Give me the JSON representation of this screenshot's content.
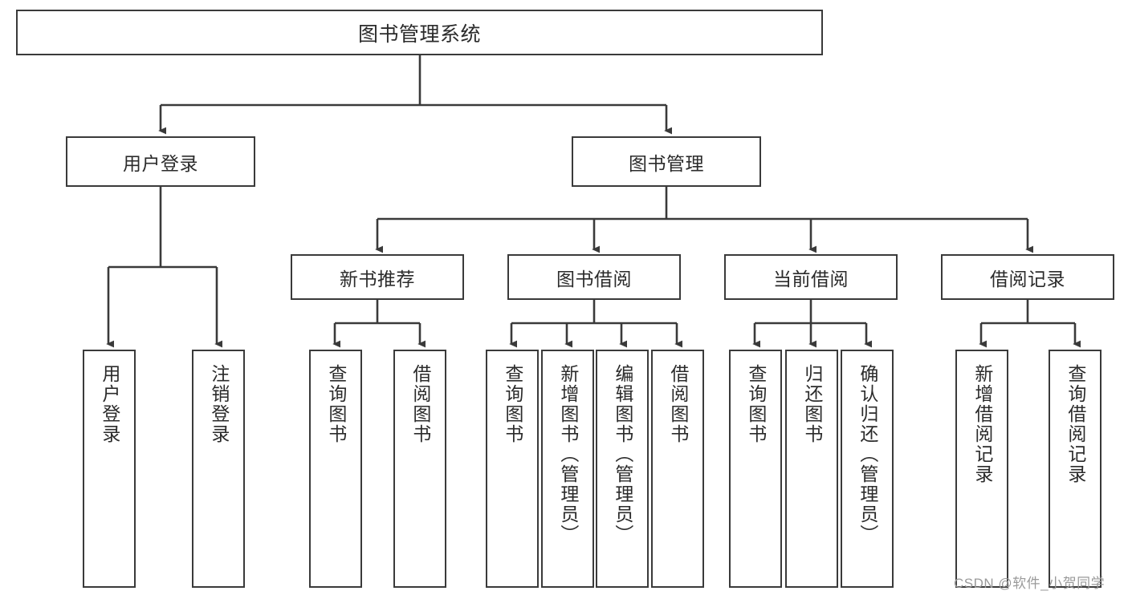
{
  "diagram": {
    "type": "tree",
    "title": "图书管理系统",
    "root": {
      "label": "图书管理系统"
    },
    "level2": [
      {
        "label": "用户登录"
      },
      {
        "label": "图书管理"
      }
    ],
    "level3": [
      {
        "label": "新书推荐"
      },
      {
        "label": "图书借阅"
      },
      {
        "label": "当前借阅"
      },
      {
        "label": "借阅记录"
      }
    ],
    "leaves": {
      "user_login": [
        {
          "label": "用户登录"
        },
        {
          "label": "注销登录"
        }
      ],
      "new_book_recommend": [
        {
          "label": "查询图书"
        },
        {
          "label": "借阅图书"
        }
      ],
      "book_borrow": [
        {
          "label": "查询图书"
        },
        {
          "label": "新增图书（管理员）"
        },
        {
          "label": "编辑图书（管理员）"
        },
        {
          "label": "借阅图书"
        }
      ],
      "current_borrow": [
        {
          "label": "查询图书"
        },
        {
          "label": "归还图书"
        },
        {
          "label": "确认归还（管理员）"
        }
      ],
      "borrow_record": [
        {
          "label": "新增借阅记录"
        },
        {
          "label": "查询借阅记录"
        }
      ]
    }
  },
  "watermark": {
    "text": "CSDN @软件_小贺同学"
  },
  "colors": {
    "border": "#3a3a3a",
    "text": "#2b2b2b",
    "background": "#ffffff",
    "connector": "#3a3a3a",
    "watermark": "#9a9a9a"
  }
}
